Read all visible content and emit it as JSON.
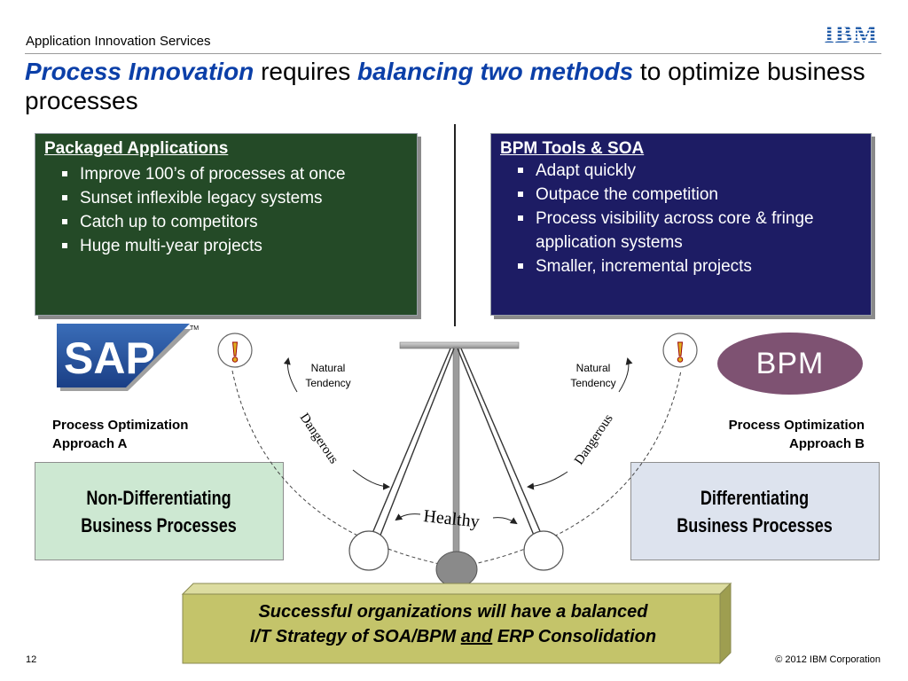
{
  "header": {
    "service": "Application Innovation Services",
    "logo_text": "IBM"
  },
  "title": {
    "part1": "Process Innovation",
    "part2": " requires ",
    "part3": "balancing two methods",
    "part4": " to optimize business processes"
  },
  "left_box": {
    "title": "Packaged Applications",
    "items": [
      "Improve 100’s of processes at once",
      "Sunset inflexible legacy systems",
      "Catch up to competitors",
      "Huge multi-year projects"
    ]
  },
  "right_box": {
    "title": "BPM Tools & SOA",
    "items": [
      "Adapt quickly",
      "Outpace the competition",
      "Process visibility across core & fringe application systems",
      "Smaller, incremental projects"
    ]
  },
  "logos": {
    "sap": "SAP",
    "sap_tm": "TM",
    "bpm": "BPM"
  },
  "pendulum": {
    "natural_left": [
      "Natural",
      "Tendency"
    ],
    "natural_right": [
      "Natural",
      "Tendency"
    ],
    "dangerous_left": "Dangerous",
    "dangerous_right": "Dangerous",
    "healthy": "Healthy",
    "warning_symbol": "!"
  },
  "approaches": {
    "a_line1": "Process Optimization",
    "a_line2": "Approach A",
    "b_line1": "Process Optimization",
    "b_line2": "Approach B"
  },
  "process_boxes": {
    "left_line1": "Non-Differentiating",
    "left_line2": "Business Processes",
    "right_line1": "Differentiating",
    "right_line2": "Business Processes"
  },
  "banner": {
    "line1": "Successful organizations will have a balanced",
    "line2_pre": "I/T Strategy of SOA/BPM ",
    "line2_and": "and",
    "line2_post": " ERP Consolidation"
  },
  "footer": {
    "page": "12",
    "copyright": "© 2012 IBM Corporation"
  },
  "colors": {
    "title_accent": "#0b3fa8",
    "left_box": "#244a27",
    "right_box": "#1d1c64",
    "bpm_badge": "#7e5272",
    "banner": "#c4c46a",
    "left_proc": "#cde8d2",
    "right_proc": "#dde3ee",
    "ibm_blue": "#1f5aa8"
  }
}
